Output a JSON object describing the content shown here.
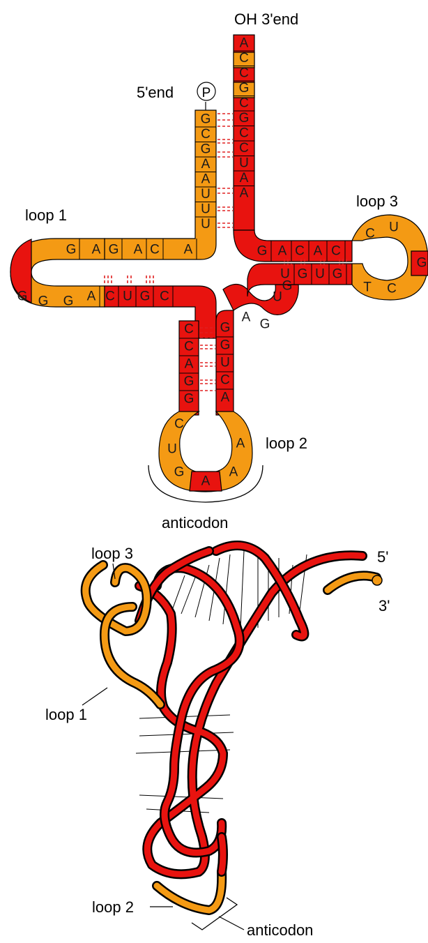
{
  "colors": {
    "red": "#e8130f",
    "orange": "#f49a14",
    "outline": "#000000",
    "hbond": "#e02020"
  },
  "labels": {
    "oh_3end": "OH 3'end",
    "end5": "5'end",
    "phosphate": "P",
    "loop1": "loop 1",
    "loop2": "loop 2",
    "loop3": "loop 3",
    "anticodon": "anticodon",
    "loop3_b": "loop 3",
    "loop1_b": "loop 1",
    "loop2_b": "loop 2",
    "anticodon_b": "anticodon",
    "five_prime": "5'",
    "three_prime": "3'"
  },
  "bases": {
    "acceptor_5": [
      "G",
      "C",
      "G",
      "A",
      "A",
      "U",
      "U",
      "U"
    ],
    "acceptor_3": [
      "A",
      "C",
      "C",
      "G",
      "C",
      "G",
      "C",
      "C",
      "U",
      "A",
      "A"
    ],
    "d_arm_top": [
      "A",
      "C",
      "A",
      "G",
      "A",
      "G"
    ],
    "d_loop": [
      "G",
      "G",
      "G"
    ],
    "d_arm_bottom": [
      "A",
      "C",
      "U",
      "G",
      "C"
    ],
    "anticodon_stem_5": [
      "C",
      "C",
      "A",
      "G",
      "G"
    ],
    "anticodon_loop": [
      "C",
      "U",
      "G",
      "A",
      "A",
      "A"
    ],
    "anticodon_stem_3": [
      "G",
      "G",
      "U",
      "C",
      "A"
    ],
    "variable": [
      "A",
      "G",
      "U",
      "G"
    ],
    "t_arm_bottom": [
      "U",
      "G",
      "U",
      "G"
    ],
    "t_loop": [
      "T",
      "C",
      "G",
      "U",
      "C"
    ],
    "t_arm_top": [
      "G",
      "A",
      "C",
      "A",
      "C"
    ]
  }
}
